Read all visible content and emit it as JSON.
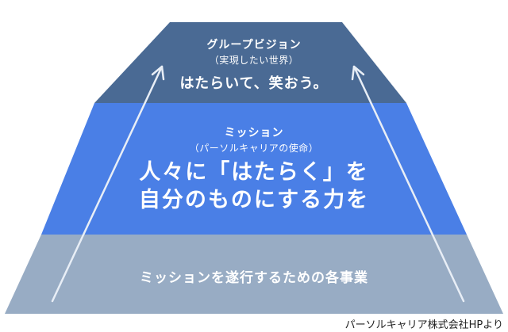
{
  "pyramid": {
    "top": {
      "title": "グループビジョン",
      "subtitle": "（実現したい世界）",
      "statement": "はたらいて、笑おう。",
      "color": "#4a6a94"
    },
    "middle": {
      "title": "ミッション",
      "subtitle": "（パーソルキャリアの使命）",
      "statement_line1": "人々に「はたらく」を",
      "statement_line2": "自分のものにする力を",
      "color": "#4a7fe6"
    },
    "base": {
      "label": "ミッションを遂行するための各事業",
      "color": "#98acc4"
    },
    "arrows_color": "#e8eef6"
  },
  "source": "パーソルキャリア株式会社HPより"
}
